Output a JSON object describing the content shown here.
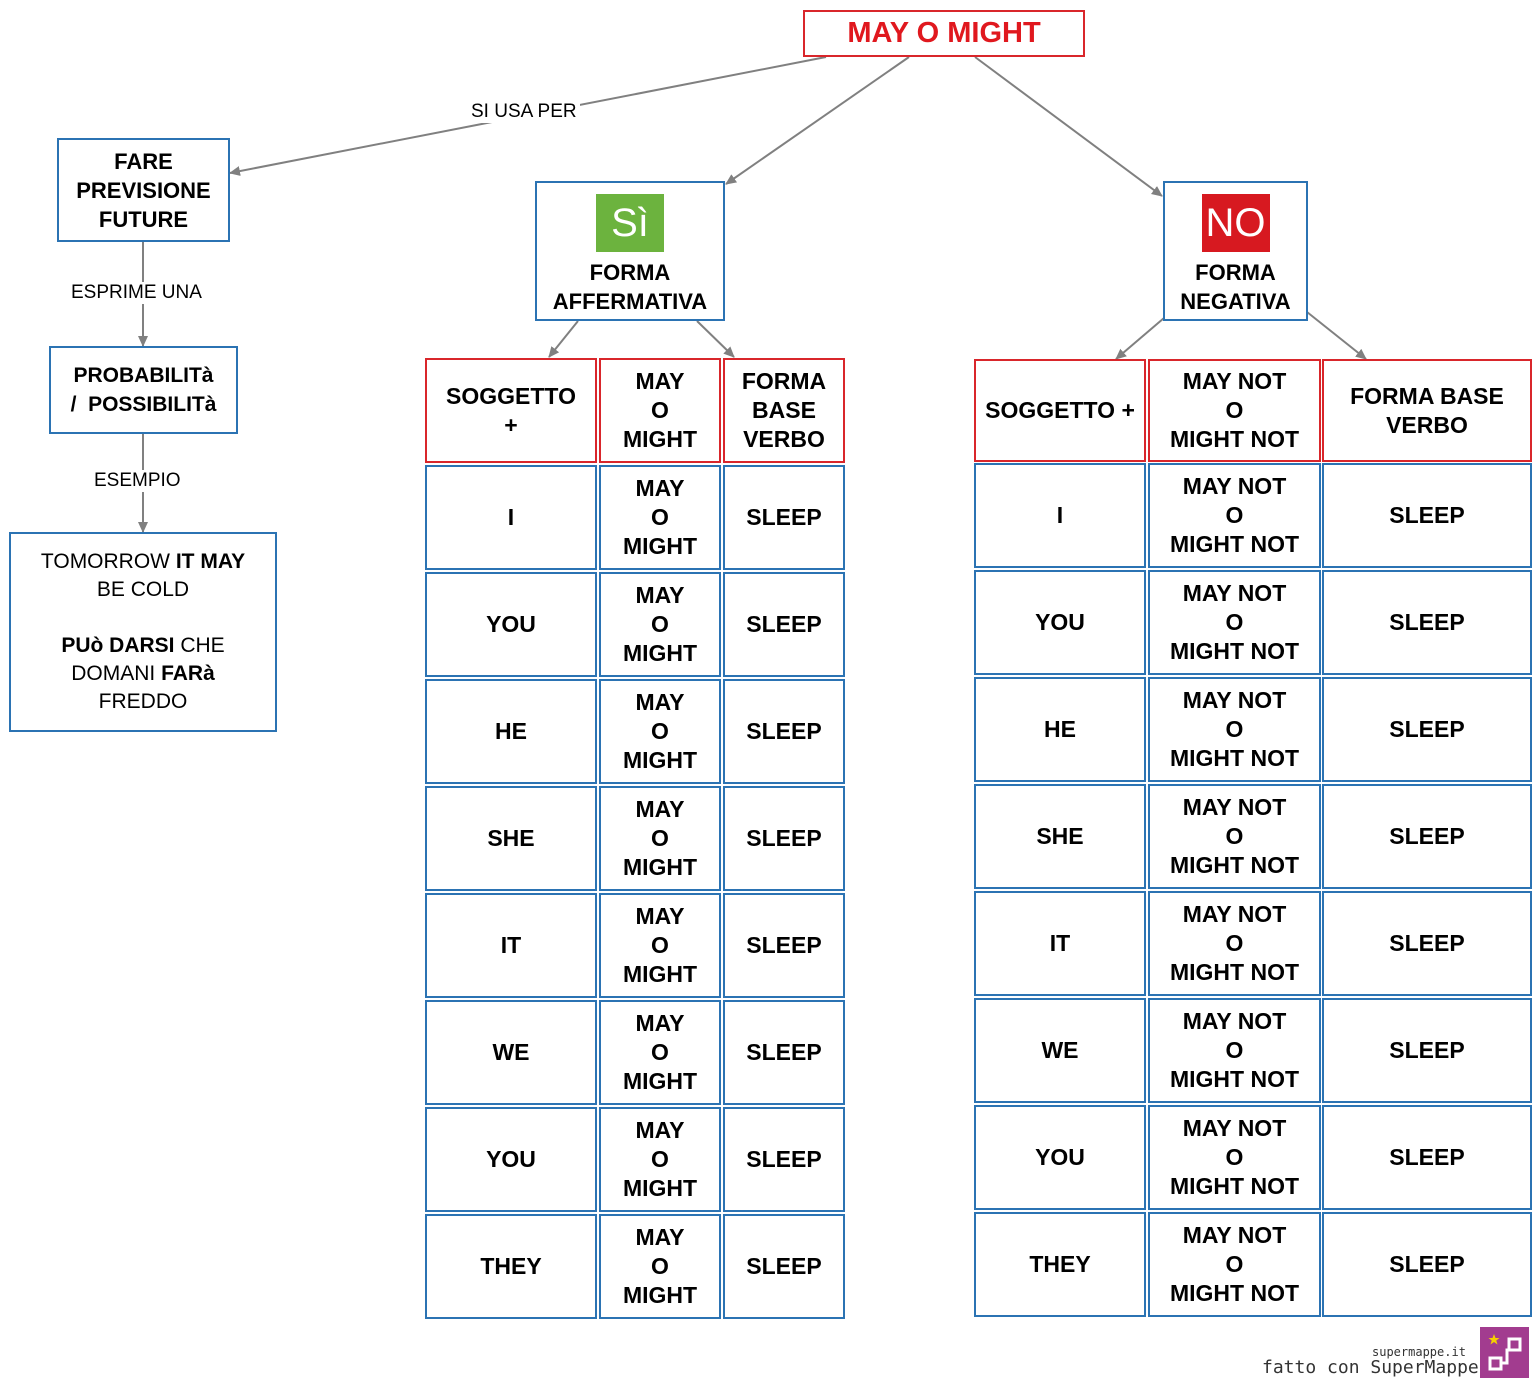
{
  "title": "MAY O MIGHT",
  "nodes": {
    "uso": [
      "FARE",
      "PREVISIONE",
      "FUTURE"
    ],
    "probabilita": [
      "PROBABILITà",
      "/  POSSIBILITà"
    ],
    "esempio": {
      "en_1": "TOMORROW ",
      "en_2": "IT MAY",
      "en_3": "BE COLD",
      "it_1": "PUò DARSI",
      "it_2": " CHE",
      "it_3": "DOMANI ",
      "it_4": "FARà",
      "it_5": "FREDDO"
    },
    "affermativa": {
      "badge": "Sì",
      "label": [
        "FORMA",
        "AFFERMATIVA"
      ]
    },
    "negativa": {
      "badge": "NO",
      "label": [
        "FORMA",
        "NEGATIVA"
      ]
    }
  },
  "edge_labels": {
    "si_usa_per": "SI USA PER",
    "esprime_una": "ESPRIME UNA",
    "esempio": "ESEMPIO"
  },
  "affirmative_table": {
    "headers": [
      "SOGGETTO\n+",
      "MAY\nO\nMIGHT",
      "FORMA\nBASE\nVERBO"
    ],
    "rows": [
      [
        "I",
        "MAY\nO\nMIGHT",
        "SLEEP"
      ],
      [
        "YOU",
        "MAY\nO\nMIGHT",
        "SLEEP"
      ],
      [
        "HE",
        "MAY\nO\nMIGHT",
        "SLEEP"
      ],
      [
        "SHE",
        "MAY\nO\nMIGHT",
        "SLEEP"
      ],
      [
        "IT",
        "MAY\nO\nMIGHT",
        "SLEEP"
      ],
      [
        "WE",
        "MAY\nO\nMIGHT",
        "SLEEP"
      ],
      [
        "YOU",
        "MAY\nO\nMIGHT",
        "SLEEP"
      ],
      [
        "THEY",
        "MAY\nO\nMIGHT",
        "SLEEP"
      ]
    ]
  },
  "negative_table": {
    "headers": [
      "SOGGETTO +",
      "MAY NOT\nO\nMIGHT NOT",
      "FORMA BASE\nVERBO"
    ],
    "rows": [
      [
        "I",
        "MAY NOT\nO\nMIGHT NOT",
        "SLEEP"
      ],
      [
        "YOU",
        "MAY NOT\nO\nMIGHT NOT",
        "SLEEP"
      ],
      [
        "HE",
        "MAY NOT\nO\nMIGHT NOT",
        "SLEEP"
      ],
      [
        "SHE",
        "MAY NOT\nO\nMIGHT NOT",
        "SLEEP"
      ],
      [
        "IT",
        "MAY NOT\nO\nMIGHT NOT",
        "SLEEP"
      ],
      [
        "WE",
        "MAY NOT\nO\nMIGHT NOT",
        "SLEEP"
      ],
      [
        "YOU",
        "MAY NOT\nO\nMIGHT NOT",
        "SLEEP"
      ],
      [
        "THEY",
        "MAY NOT\nO\nMIGHT NOT",
        "SLEEP"
      ]
    ]
  },
  "watermark": {
    "site": "supermappe.it",
    "made_with": "fatto con SuperMappe"
  },
  "colors": {
    "title_red": "#e0181e",
    "border_blue": "#2b73b3",
    "border_red": "#d9262b",
    "badge_green": "#6cb33e",
    "badge_red": "#d71920",
    "arrow_gray": "#808080",
    "logo_purple": "#a23c8f"
  }
}
